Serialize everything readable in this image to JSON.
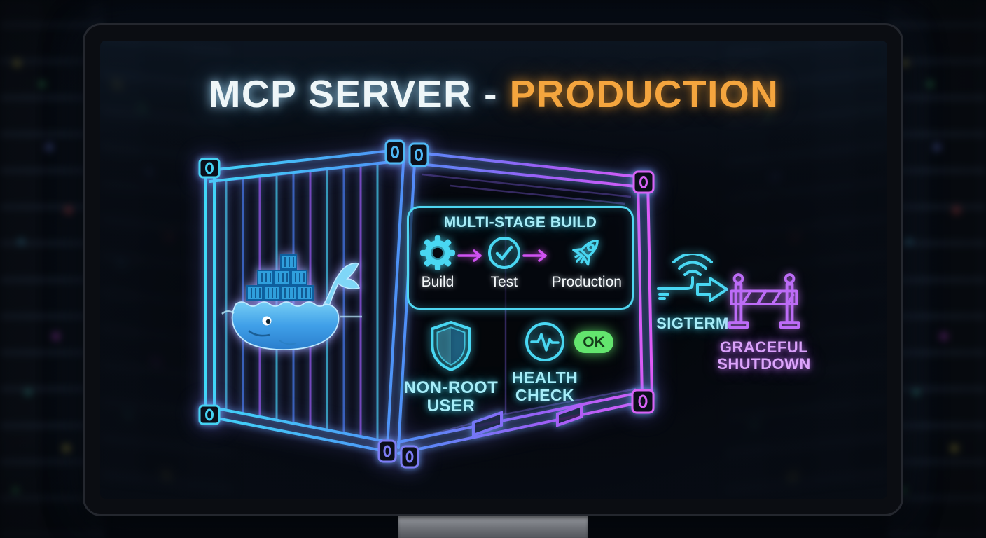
{
  "title": {
    "prefix": "MCP SERVER - ",
    "highlight": "PRODUCTION"
  },
  "build_panel": {
    "title": "MULTI-STAGE BUILD",
    "stages": [
      {
        "label": "Build",
        "icon": "gear-icon"
      },
      {
        "label": "Test",
        "icon": "check-circle-icon"
      },
      {
        "label": "Production",
        "icon": "rocket-icon"
      }
    ],
    "connector_icon": "flow-arrow-icon"
  },
  "security": {
    "line1": "NON-ROOT",
    "line2": "USER",
    "icon": "shield-icon"
  },
  "health": {
    "line1": "HEALTH",
    "line2": "CHECK",
    "status": "OK",
    "icon": "heartbeat-icon"
  },
  "shutdown": {
    "signal_label": "SIGTERM",
    "signal_icon": "signal-arrow-icon",
    "line1": "GRACEFUL",
    "line2": "SHUTDOWN",
    "icon": "barrier-icon"
  },
  "container_art": {
    "icon": "docker-whale-icon",
    "style": "neon-wireframe-shipping-container"
  },
  "colors": {
    "neon_cyan": "#49d7f2",
    "neon_blue": "#4f83f5",
    "neon_purple": "#a55cf5",
    "neon_magenta": "#e05cf7",
    "accent_orange": "#f4a53e",
    "status_green": "#63e56e"
  }
}
